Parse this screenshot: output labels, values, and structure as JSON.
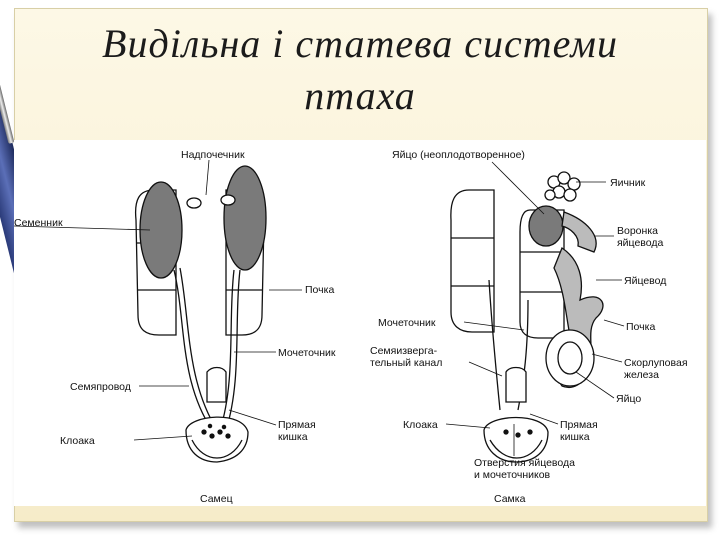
{
  "slide": {
    "title_line1": "Видільна і статева системи",
    "title_line2": "птаха"
  },
  "male": {
    "caption": "Самец",
    "labels": {
      "adrenal": "Надпочечник",
      "testis": "Семенник",
      "kidney": "Почка",
      "ureter": "Мочеточник",
      "vas_deferens": "Семяпровод",
      "cloaca": "Клоака",
      "rectum_1": "Прямая",
      "rectum_2": "кишка"
    }
  },
  "female": {
    "caption": "Самка",
    "labels": {
      "egg": "Яйцо (неоплодотворенное)",
      "ovary": "Яичник",
      "funnel_1": "Воронка",
      "funnel_2": "яйцевода",
      "oviduct": "Яйцевод",
      "ureter": "Мочеточник",
      "kidney": "Почка",
      "ejac_1": "Семяизверга-",
      "ejac_2": "тельный канал",
      "shell_1": "Скорлуповая",
      "shell_2": "железа",
      "egg2": "Яйцо",
      "cloaca": "Клоака",
      "rectum_1": "Прямая",
      "rectum_2": "кишка",
      "openings_1": "Отверстия яйцевода",
      "openings_2": "и мочеточников"
    }
  },
  "icons": {
    "pen": "pen-icon"
  },
  "colors": {
    "paper": "#f6ecc9",
    "organ_fill": "#7a7a7a",
    "outline": "#111111"
  }
}
